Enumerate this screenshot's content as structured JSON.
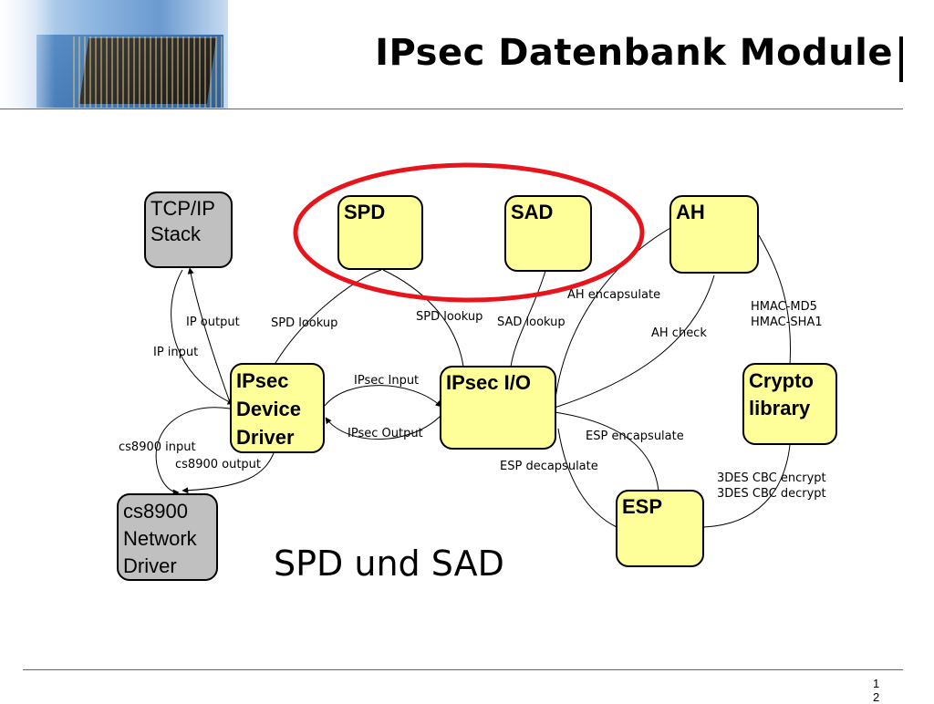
{
  "slide": {
    "title": "IPsec Datenbank Module",
    "caption": "SPD und SAD",
    "page_number": "12"
  },
  "boxes": {
    "tcpip": "TCP/IP\nStack",
    "spd": "SPD",
    "sad": "SAD",
    "ah": "AH",
    "ipsec_driver": "IPsec\nDevice\nDriver",
    "ipsec_io": "IPsec I/O",
    "crypto": "Crypto\nlibrary",
    "esp": "ESP",
    "cs8900": "cs8900\nNetwork\nDriver"
  },
  "labels": {
    "ip_output": "IP output",
    "ip_input": "IP input",
    "spd_lookup_1": "SPD lookup",
    "spd_lookup_2": "SPD lookup",
    "sad_lookup": "SAD lookup",
    "ah_encapsulate": "AH encapsulate",
    "ah_check": "AH check",
    "hmac": "HMAC-MD5\nHMAC-SHA1",
    "ipsec_input": "IPsec Input",
    "ipsec_output": "IPsec Output",
    "esp_encapsulate": "ESP encapsulate",
    "esp_decapsulate": "ESP decapsulate",
    "des": "3DES CBC encrypt\n3DES CBC decrypt",
    "cs8900_input": "cs8900 input",
    "cs8900_output": "cs8900 output"
  },
  "colors": {
    "module_fill": "#ffff99",
    "external_fill": "#c0c0c0",
    "highlight_ellipse": "#e8141c"
  }
}
